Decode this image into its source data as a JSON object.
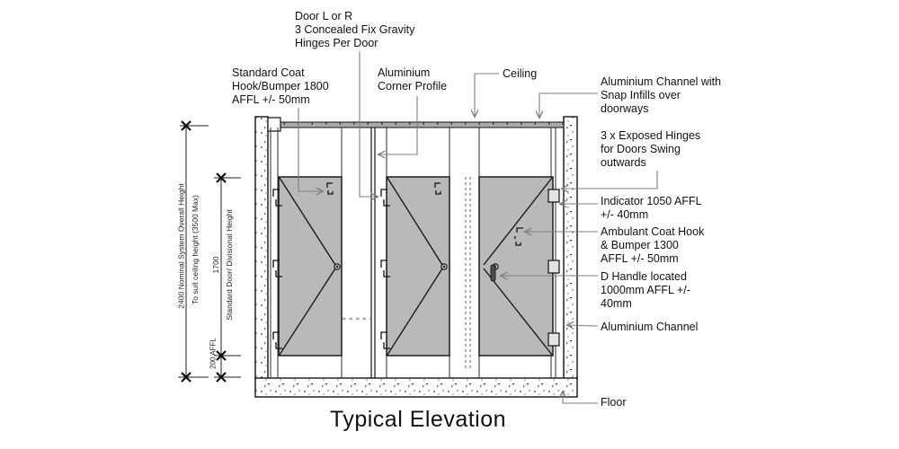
{
  "title": "Typical Elevation",
  "colors": {
    "door_fill": "#b9b9b9",
    "line": "#1a1a1a",
    "leader": "#7f7f7f",
    "channel_fill": "#a9a9a9",
    "hinge_fill": "#e3e3e3",
    "handle_fill": "#4a4a4a",
    "background": "#ffffff"
  },
  "callouts": {
    "door_type": {
      "lines": [
        "Door L or R",
        "3 Concealed Fix Gravity",
        "Hinges Per Door"
      ]
    },
    "coat_hook": {
      "lines": [
        "Standard Coat",
        "Hook/Bumper 1800",
        "AFFL +/- 50mm"
      ]
    },
    "corner_profile": {
      "lines": [
        "Aluminium",
        "Corner Profile"
      ]
    },
    "ceiling": {
      "lines": [
        "Ceiling"
      ]
    },
    "snap_infills": {
      "lines": [
        "Aluminium Channel with",
        "Snap Infills over",
        "doorways"
      ]
    },
    "exposed_hinges": {
      "lines": [
        "3 x Exposed Hinges",
        "for Doors Swing",
        "outwards"
      ]
    },
    "indicator": {
      "lines": [
        "Indicator 1050 AFFL",
        "+/- 40mm"
      ]
    },
    "ambulant": {
      "lines": [
        "Ambulant Coat Hook",
        "& Bumper 1300",
        "AFFL +/- 50mm"
      ]
    },
    "d_handle": {
      "lines": [
        "D Handle located",
        "1000mm AFFL +/-",
        "40mm"
      ]
    },
    "alu_channel": {
      "lines": [
        "Aluminium Channel"
      ]
    },
    "floor": {
      "lines": [
        "Floor"
      ]
    }
  },
  "dimensions": {
    "overall": "2400 Nominal System Overall Height",
    "ceiling_note": "To suit ceiling height (3500 Max)",
    "door_height": "1700",
    "door_label": "Standard Door/ Divisional Height",
    "affl": "200 AFFL"
  }
}
